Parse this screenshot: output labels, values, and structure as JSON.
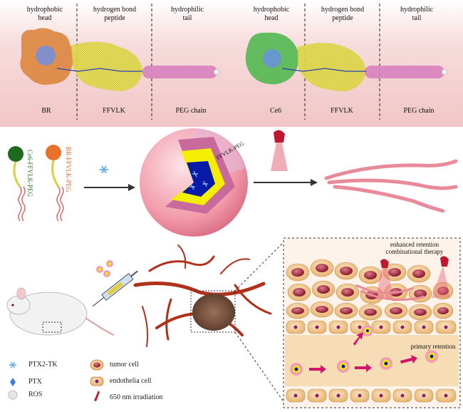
{
  "top_panel": {
    "left": {
      "sections": [
        "hydrophobic\nhead",
        "hydrogen bond\npeptide",
        "hydrophilic\ntail"
      ],
      "labels": [
        "BR",
        "FFVLK",
        "PEG  chain"
      ]
    },
    "right": {
      "sections": [
        "hydrophobic\nhead",
        "hydrogen bond\npeptide",
        "hydrophilic\ntail"
      ],
      "labels": [
        "Ce6",
        "FFVLK",
        "PEG  chain"
      ]
    }
  },
  "middle_panel": {
    "molecule_labels": [
      "Ce6-FFVLK-PEG",
      "BR-FFVLK-PEG"
    ],
    "core_label": "FFVLK-PEG"
  },
  "bottom_panel": {
    "inset_labels": [
      "enhanced retention\ncombinational therapy",
      "primary retention"
    ]
  },
  "legend": [
    {
      "label": "PTX2-TK",
      "icon": "ptx-tk-icon"
    },
    {
      "label": "PTX",
      "icon": "ptx-icon"
    },
    {
      "label": "ROS",
      "icon": "ros-icon"
    },
    {
      "label": "tumor cell",
      "icon": "tumor-cell-icon"
    },
    {
      "label": "endothelia cell",
      "icon": "endothelia-cell-icon"
    },
    {
      "label": "650 nm irradiation",
      "icon": "irradiation-icon"
    }
  ],
  "colors": {
    "band": "#f4cfcf",
    "nanoparticle_outer": "#f2a2b0",
    "core_yellow": "#f4ee00",
    "core_blue": "#0a1aa8",
    "tumor_cell": "#f1c98a",
    "vessel": "#b0301c"
  }
}
